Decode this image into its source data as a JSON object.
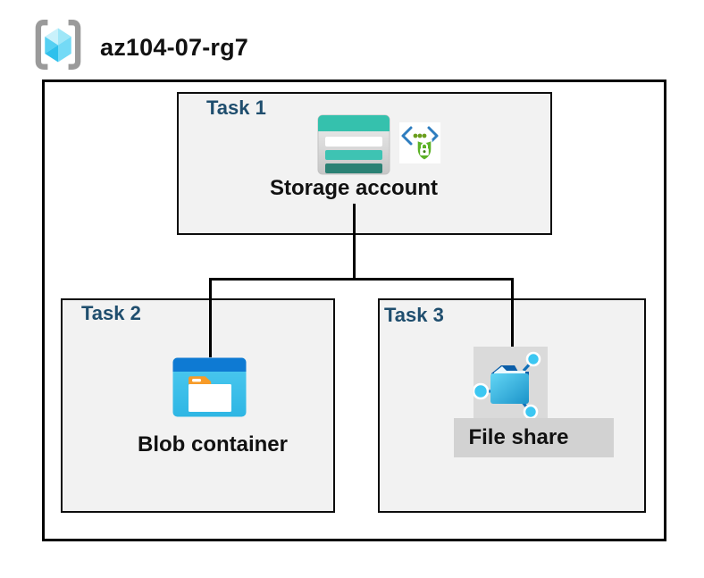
{
  "header": {
    "resource_group": "az104-07-rg7",
    "icon": "resource-group-icon"
  },
  "tasks": [
    {
      "label": "Task 1",
      "item": "Storage account",
      "icons": [
        "storage-account-icon",
        "secure-access-icon"
      ]
    },
    {
      "label": "Task 2",
      "item": "Blob container",
      "icons": [
        "blob-container-icon"
      ]
    },
    {
      "label": "Task 3",
      "item": "File share",
      "icons": [
        "file-share-icon"
      ]
    }
  ],
  "connections": [
    {
      "from": "Storage account",
      "to": "Blob container"
    },
    {
      "from": "Storage account",
      "to": "File share"
    }
  ],
  "colors": {
    "task_label": "#1f4e6e",
    "task_box_fill": "#f2f2f2",
    "box_border": "#000000",
    "storage_teal": "#35c1ad",
    "storage_teal_dark": "#2a8174",
    "blob_header_blue": "#0e7ad3",
    "blob_body_blue": "#3fc2ec",
    "folder_tab_orange": "#f79b28",
    "fileshare_folder_blue": "#29b1e6",
    "fileshare_node_blue": "#3cc7f2",
    "shield_green": "#5cb226",
    "chevron_blue": "#2e7dbf",
    "bracket_gray": "#9a9a9a",
    "cube_cyan": "#55d0f2",
    "icon_bg_gray": "#dadada",
    "label_bg_gray": "#d2d2d2"
  }
}
